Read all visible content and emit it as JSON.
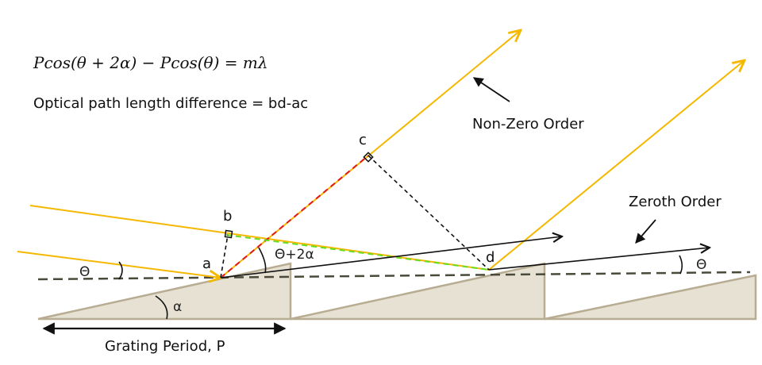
{
  "equation": "Pcos(θ + 2α) − Pcos(θ) = mλ",
  "path_difference": "Optical path length difference = bd-ac",
  "labels": {
    "non_zero_order": "Non-Zero Order",
    "zeroth_order": "Zeroth Order",
    "grating_period": "Grating Period, P"
  },
  "points": {
    "a": "a",
    "b": "b",
    "c": "c",
    "d": "d"
  },
  "angles": {
    "theta_left": "Θ",
    "theta_plus": "Θ+2α",
    "alpha": "α",
    "theta_right": "Θ"
  },
  "colors": {
    "incident_ray": "#f5b800",
    "grating_fill": "#e6e1d3",
    "grating_stroke": "#b8ad93",
    "path_ac_red": "#e0191b",
    "path_bd_green": "#66dd22"
  }
}
